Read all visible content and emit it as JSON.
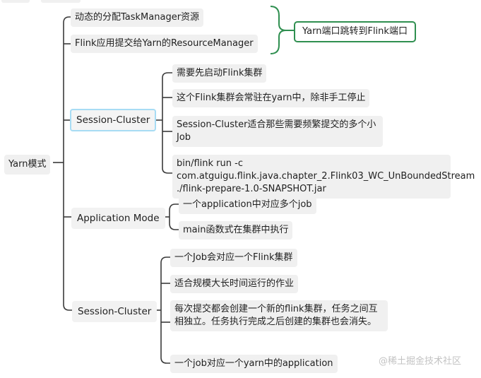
{
  "mindmap": {
    "root": "Yarn模式",
    "top": {
      "items": [
        "动态的分配TaskManager资源",
        "Flink应用提交给Yarn的ResourceManager"
      ],
      "summary": "Yarn端口跳转到Flink端口"
    },
    "session_cluster_1": {
      "label": "Session-Cluster",
      "items": [
        "需要先启动Flink集群",
        "这个Flink集群会常驻在yarn中，除非手工停止",
        " Session-Cluster适合那些需要频繁提交的多个小Job",
        "bin/flink run -c com.atguigu.flink.java.chapter_2.Flink03_WC_UnBoundedStream ./flink-prepare-1.0-SNAPSHOT.jar"
      ]
    },
    "application_mode": {
      "label": "Application Mode",
      "items": [
        "一个application中对应多个job",
        "main函数式在集群中执行"
      ]
    },
    "session_cluster_2": {
      "label": "Session-Cluster",
      "items": [
        "一个Job会对应一个Flink集群",
        "适合规模大长时间运行的作业",
        "每次提交都会创建一个新的flink集群，任务之间互相独立。任务执行完成之后创建的集群也会消失。",
        "一个job对应一个yarn中的application"
      ]
    }
  },
  "watermark": "@稀土掘金技术社区",
  "colors": {
    "line": "#3a3a3a",
    "node_bg": "#f0f0f0",
    "selected_border": "#a7dcf4",
    "callout_border": "#2f8f50",
    "bracket": "#2f8f50"
  }
}
